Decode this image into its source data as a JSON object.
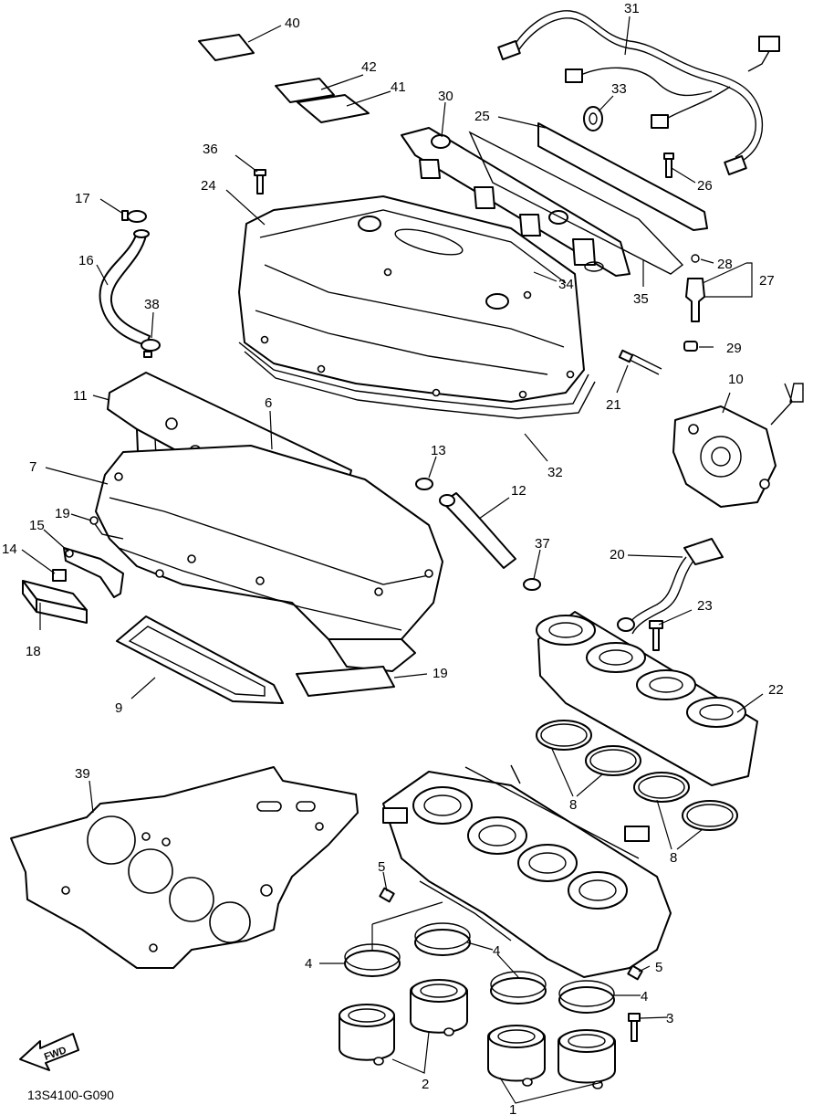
{
  "callouts": {
    "c40": "40",
    "c42": "42",
    "c41": "41",
    "c31": "31",
    "c33": "33",
    "c30": "30",
    "c25": "25",
    "c36": "36",
    "c24": "24",
    "c26": "26",
    "c17": "17",
    "c16": "16",
    "c38": "38",
    "c28": "28",
    "c27": "27",
    "c34": "34",
    "c35": "35",
    "c29": "29",
    "c11": "11",
    "c6": "6",
    "c21": "21",
    "c10": "10",
    "c32": "32",
    "c7": "7",
    "c13": "13",
    "c12": "12",
    "c19a": "19",
    "c15": "15",
    "c14": "14",
    "c37": "37",
    "c20": "20",
    "c18": "18",
    "c23": "23",
    "c19b": "19",
    "c22": "22",
    "c9": "9",
    "c39": "39",
    "c8a": "8",
    "c8b": "8",
    "c5a": "5",
    "c5b": "5",
    "c4a": "4",
    "c4b": "4",
    "c4c": "4",
    "c3": "3",
    "c2": "2",
    "c1": "1"
  },
  "fwd_label": "FWD",
  "diagram_code": "13S4100-G090"
}
